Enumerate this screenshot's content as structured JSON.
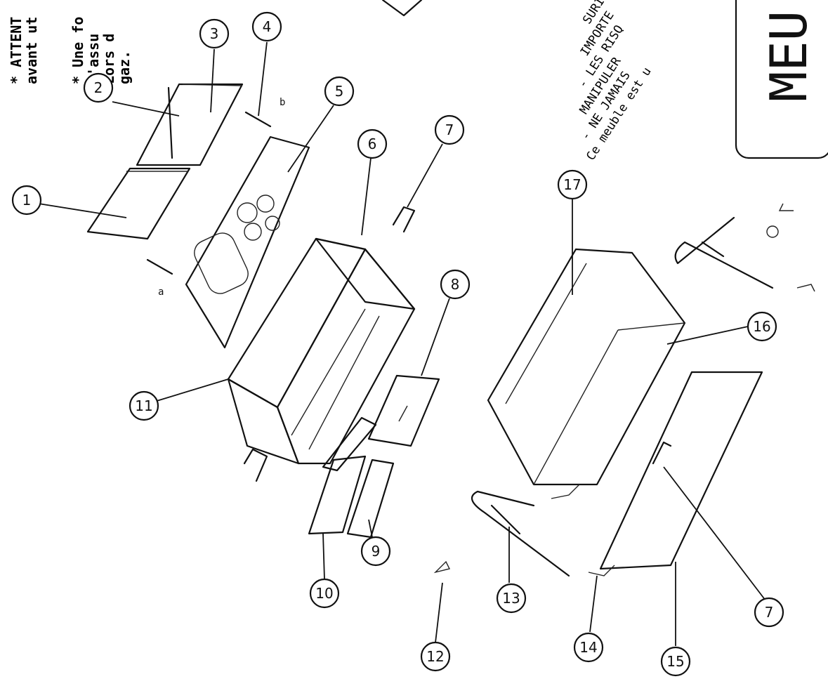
{
  "warnings": {
    "attention_line1": "* ATTENT",
    "attention_line2": "avant ut",
    "une_line1": "* Une fo",
    "une_line2": "S'assu",
    "une_line3": "Lors d",
    "une_line4": "gaz."
  },
  "safety_text": {
    "line1": "SURI",
    "line2": "IMPORTE",
    "line3": "- LES RISQ",
    "line4": "MANIPULER",
    "line5": "- NE JAMAIS",
    "line6": "Ce meuble est u"
  },
  "title_box": {
    "text": "MEU"
  },
  "small_letters": {
    "a": "a",
    "b": "b"
  },
  "callouts": [
    "1",
    "2",
    "3",
    "4",
    "5",
    "6",
    "7",
    "8",
    "9",
    "10",
    "11",
    "12",
    "13",
    "14",
    "15",
    "16",
    "17",
    "7"
  ]
}
